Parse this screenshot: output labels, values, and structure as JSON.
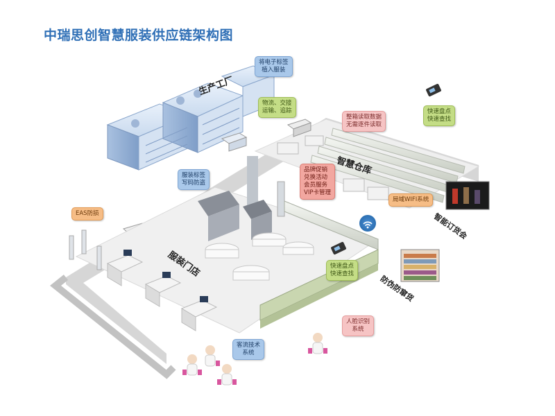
{
  "title": "中瑞思创智慧服装供应链架构图",
  "areas": {
    "factory": "生产工厂",
    "warehouse": "智慧仓库",
    "store": "服装门店",
    "ordering": "智能订货会",
    "anti_counterfeit": "防伪防窜货"
  },
  "callouts": {
    "tag_embed": [
      "将电子标签",
      "植入服装"
    ],
    "logistics": [
      "物流、交接",
      "运输、追踪"
    ],
    "batch_read": [
      "整箱读取数据",
      "无需逐件读取"
    ],
    "quick_count_wh": [
      "快速盘点",
      "快速查找"
    ],
    "tag_encode": [
      "服装标签",
      "写码防盗"
    ],
    "brand_promo": [
      "品牌促销",
      "兑换活动",
      "会员服务",
      "VIP卡管理"
    ],
    "wifi": [
      "局域WIFI系统"
    ],
    "eas": [
      "EAS防损"
    ],
    "quick_count_store": [
      "快速盘点",
      "快速查找"
    ],
    "face_recog": [
      "人脸识别",
      "系统"
    ],
    "traffic": [
      "客流技术",
      "系统"
    ]
  },
  "colors": {
    "title": "#2f6fb6",
    "building": "#b8cde6",
    "floor": "#eeeeee",
    "road": "#cfcfcf"
  }
}
